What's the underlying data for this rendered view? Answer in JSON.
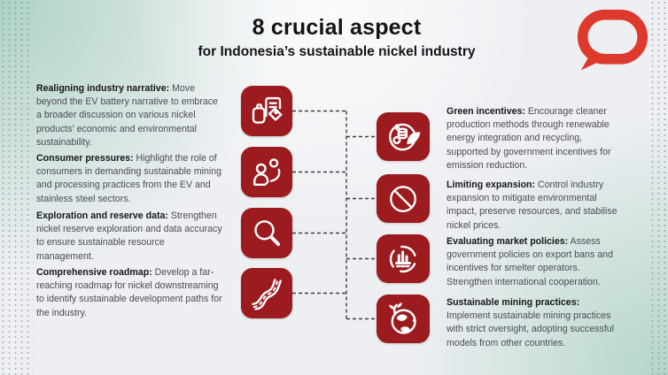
{
  "header": {
    "title": "8 crucial aspect",
    "subtitle": "for Indonesia’s sustainable nickel industry"
  },
  "logo": {
    "name": "conversation-speech-bubble-logo",
    "color": "#dd392c"
  },
  "left_items": [
    {
      "heading": "Realigning industry narrative:",
      "body": "Move beyond the EV battery narrative to embrace a broader discussion on various nickel products' economic and environmental sustainability.",
      "icon": "battery-document-tag-icon"
    },
    {
      "heading": "Consumer pressures:",
      "body": "Highlight the role of consumers in demanding sustainable mining and processing practices from the EV and stainless steel sectors.",
      "icon": "consumer-person-icon"
    },
    {
      "heading": "Exploration and reserve data:",
      "body": "Strengthen nickel reserve exploration and data accuracy to ensure sustainable resource management.",
      "icon": "magnifier-icon"
    },
    {
      "heading": "Comprehensive roadmap:",
      "body": "Develop a far-reaching roadmap for nickel downstreaming to identify sustainable development paths for the industry.",
      "icon": "winding-road-icon"
    }
  ],
  "right_items": [
    {
      "heading": "Green incentives:",
      "body": "Encourage cleaner production methods through renewable energy integration and recycling, supported by government incentives for emission reduction.",
      "icon": "coins-leaf-icon"
    },
    {
      "heading": "Limiting expansion:",
      "body": "Control industry expansion to mitigate environmental impact, preserve resources, and stabilise nickel prices.",
      "icon": "prohibition-icon"
    },
    {
      "heading": "Evaluating market policies:",
      "body": "Assess government policies on export bans and incentives for smelter operators. Strengthen international cooperation.",
      "icon": "chart-cycle-icon"
    },
    {
      "heading": "Sustainable mining practices:",
      "body": "Implement sustainable mining practices with strict oversight, adopting successful models from other countries.",
      "icon": "globe-sprout-icon"
    }
  ],
  "colors": {
    "icon_background": "#9b1b1e",
    "logo_red": "#dd392c",
    "accent_teal": "#7abba1",
    "background": "#edeff2",
    "heading_text": "#17171a",
    "body_text": "#4b4b52",
    "connector": "#3c4043"
  }
}
